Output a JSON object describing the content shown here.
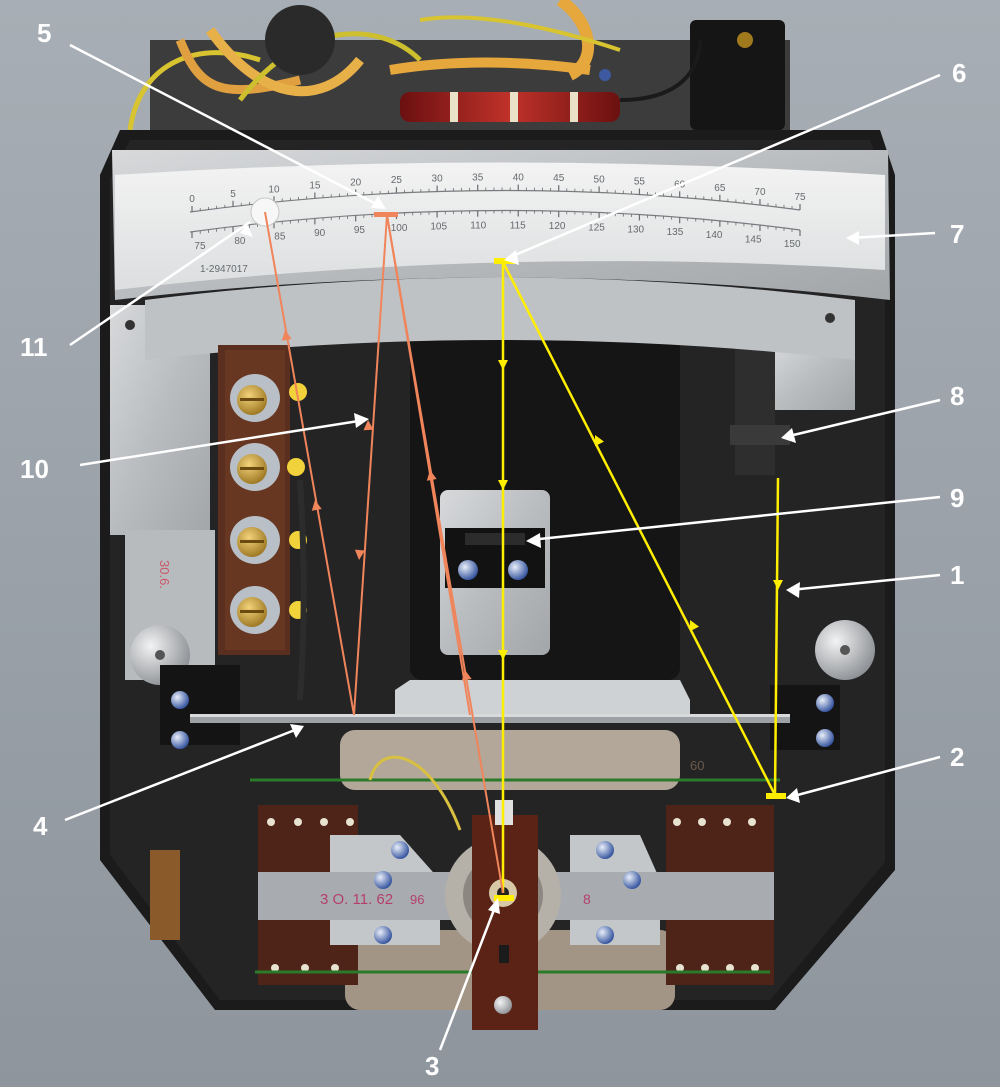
{
  "photo": {
    "callouts": [
      {
        "id": "1",
        "label": "1"
      },
      {
        "id": "2",
        "label": "2"
      },
      {
        "id": "3",
        "label": "3"
      },
      {
        "id": "4",
        "label": "4"
      },
      {
        "id": "5",
        "label": "5"
      },
      {
        "id": "6",
        "label": "6"
      },
      {
        "id": "7",
        "label": "7"
      },
      {
        "id": "8",
        "label": "8"
      },
      {
        "id": "9",
        "label": "9"
      },
      {
        "id": "10",
        "label": "10"
      },
      {
        "id": "11",
        "label": "11"
      }
    ],
    "scale": {
      "upper_ticks": [
        "0",
        "5",
        "10",
        "15",
        "20",
        "25",
        "30",
        "35",
        "40",
        "45",
        "50",
        "55",
        "60",
        "65",
        "70",
        "75"
      ],
      "lower_ticks": [
        "75",
        "80",
        "85",
        "90",
        "95",
        "100",
        "105",
        "110",
        "115",
        "120",
        "125",
        "130",
        "135",
        "140",
        "145",
        "150"
      ],
      "serial": "1-2947017"
    },
    "terminal_labels": {
      "left_strip": "3 O. 11. 62",
      "left_strip_small": "96",
      "right_strip": "8",
      "side_mark": "30.6.",
      "coil_mark": "60"
    },
    "colors": {
      "beam_primary": "#ffee00",
      "beam_secondary": "#f0845a",
      "callout_text": "#ffffff",
      "leader_line": "#ffffff"
    }
  }
}
